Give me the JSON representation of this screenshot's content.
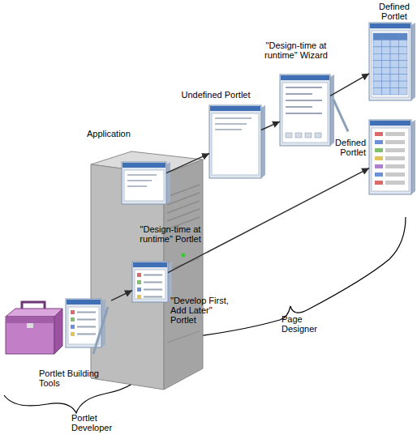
{
  "diagram": {
    "nodes": [
      {
        "text": [
          "Defined Portlet"
        ]
      },
      {
        "text": [
          "\"Design-time at runtime\" Wizard"
        ]
      },
      {
        "text": [
          "Undefined Portlet"
        ]
      },
      {
        "text": [
          "Application"
        ]
      },
      {
        "text": [
          "Defined Portlet"
        ]
      },
      {
        "text": [
          "\"Design-time at runtime\" Portlet"
        ],
        "in": 3
      },
      {
        "text": [
          "\"Develop First, Add Later\" Portlet"
        ],
        "in": 3
      },
      {
        "text": [
          "Portlet Building Tools"
        ]
      }
    ],
    "edges": [
      {
        "from": 7,
        "to": 6,
        "arrow": "to"
      },
      {
        "from": 5,
        "to": 2,
        "arrow": "to"
      },
      {
        "from": 2,
        "to": 1,
        "arrow": "to"
      },
      {
        "from": 1,
        "to": 0,
        "arrow": "to"
      },
      {
        "from": 6,
        "to": 4,
        "arrow": "to"
      }
    ],
    "labels": [
      "Portlet Developer",
      "Page Designer"
    ]
  }
}
